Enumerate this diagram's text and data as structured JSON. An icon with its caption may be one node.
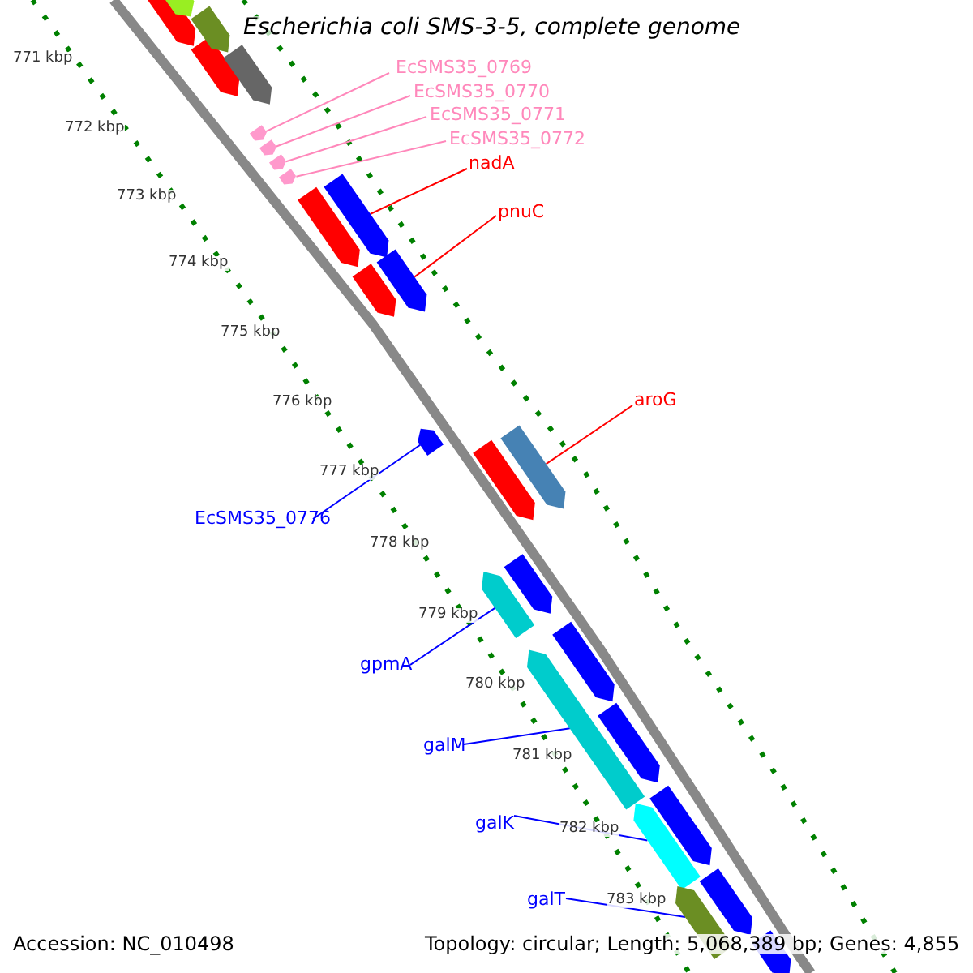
{
  "diagram": {
    "title": "Escherichia coli SMS-3-5, complete genome",
    "nodes": [
      {
        "text": [
          "EcSMS35_0769"
        ]
      },
      {
        "text": [
          "EcSMS35_0770"
        ]
      },
      {
        "text": [
          "EcSMS35_0771"
        ]
      },
      {
        "text": [
          "EcSMS35_0772"
        ]
      },
      {
        "text": [
          "nadA"
        ]
      },
      {
        "text": [
          "pnuC"
        ]
      },
      {
        "text": [
          "aroG"
        ]
      },
      {
        "text": [
          "EcSMS35_0776"
        ]
      },
      {
        "text": [
          "gpmA"
        ]
      },
      {
        "text": [
          "galM"
        ]
      },
      {
        "text": [
          "galK"
        ]
      },
      {
        "text": [
          "galT"
        ]
      },
      {
        "text": [],
        "shape": "arrow"
      },
      {
        "text": [],
        "shape": "arrow"
      },
      {
        "text": [],
        "shape": "arrow"
      },
      {
        "text": [],
        "shape": "arrow"
      },
      {
        "text": [],
        "shape": "arrow"
      },
      {
        "text": [],
        "shape": "arrow"
      },
      {
        "text": [],
        "shape": "arrow"
      },
      {
        "text": [],
        "shape": "arrow"
      },
      {
        "text": [],
        "shape": "arrow"
      },
      {
        "text": [],
        "shape": "arrow"
      },
      {
        "text": [],
        "shape": "arrow"
      },
      {
        "text": [],
        "shape": "arrow"
      }
    ],
    "edges": [
      {
        "from": 0,
        "to": 12,
        "arrow": "none",
        "color": "#ff88bb"
      },
      {
        "from": 1,
        "to": 13,
        "arrow": "none",
        "color": "#ff88bb"
      },
      {
        "from": 2,
        "to": 14,
        "arrow": "none",
        "color": "#ff88bb"
      },
      {
        "from": 3,
        "to": 15,
        "arrow": "none",
        "color": "#ff88bb"
      },
      {
        "from": 4,
        "to": 16,
        "arrow": "none",
        "color": "#ff0000"
      },
      {
        "from": 5,
        "to": 17,
        "arrow": "none",
        "color": "#ff0000"
      },
      {
        "from": 6,
        "to": 18,
        "arrow": "none",
        "color": "#ff0000"
      },
      {
        "from": 7,
        "to": 19,
        "arrow": "none"
      },
      {
        "from": 8,
        "to": 20,
        "arrow": "none"
      },
      {
        "from": 9,
        "to": 21,
        "arrow": "none"
      },
      {
        "from": 10,
        "to": 22,
        "arrow": "none"
      },
      {
        "from": 11,
        "to": 23,
        "arrow": "none"
      }
    ],
    "labels": [
      "771 kbp",
      "772 kbp",
      "773 kbp",
      "774 kbp",
      "775 kbp",
      "776 kbp",
      "777 kbp",
      "778 kbp",
      "779 kbp",
      "780 kbp",
      "781 kbp",
      "782 kbp",
      "783 kbp",
      "Accession: NC_010498",
      "Topology: circular; Length: 5,068,389 bp; Genes: 4,855"
    ]
  }
}
